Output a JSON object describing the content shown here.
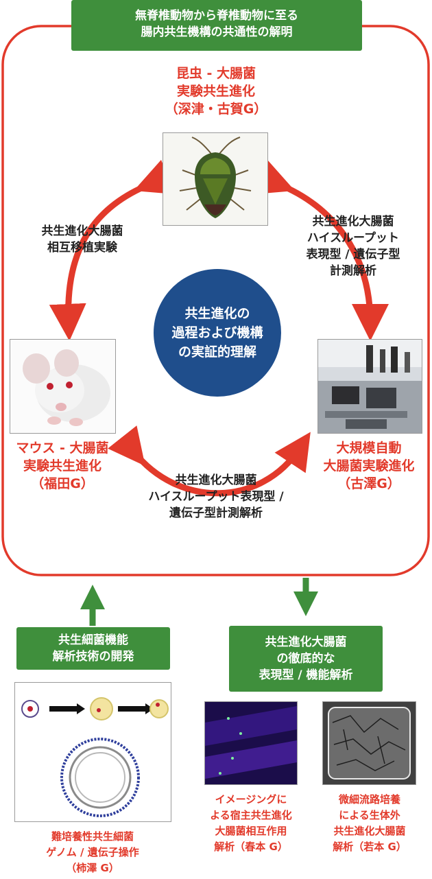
{
  "colors": {
    "red": "#e23a2b",
    "green": "#3f8f3c",
    "navy": "#1f4e8c"
  },
  "header": {
    "line1": "無脊椎動物から脊椎動物に至る",
    "line2": "腸内共生機構の共通性の解明"
  },
  "center": {
    "line1": "共生進化の",
    "line2": "過程および機構",
    "line3": "の実証的理解"
  },
  "insect": {
    "line1": "昆虫 - 大腸菌",
    "line2": "実験共生進化",
    "line3": "（深津・古賀G）",
    "icon": "stink-bug"
  },
  "mouse": {
    "line1": "マウス - 大腸菌",
    "line2": "実験共生進化",
    "line3": "（福田G）",
    "icon": "white-mouse"
  },
  "auto": {
    "line1": "大規模自動",
    "line2": "大腸菌実験進化",
    "line3": "（古澤G）",
    "icon": "lab-automation"
  },
  "arrow_left_label": {
    "line1": "共生進化大腸菌",
    "line2": "相互移植実験"
  },
  "arrow_right_label": {
    "line1": "共生進化大腸菌",
    "line2": "ハイスループット",
    "line3": "表現型 / 遺伝子型",
    "line4": "計測解析"
  },
  "arrow_bottom_label": {
    "line1": "共生進化大腸菌",
    "line2": "ハイスループット表現型 /",
    "line3": "遺伝子型計測解析"
  },
  "tech_box": {
    "line1": "共生細菌機能",
    "line2": "解析技術の開発"
  },
  "analysis_box": {
    "line1": "共生進化大腸菌",
    "line2": "の徹底的な",
    "line3": "表現型 / 機能解析"
  },
  "genome": {
    "line1": "難培養性共生細菌",
    "line2": "ゲノム / 遺伝子操作",
    "line3": "（柿澤 G）"
  },
  "imaging": {
    "line1": "イメージングに",
    "line2": "よる宿主共生進化",
    "line3": "大腸菌相互作用",
    "line4": "解析（春本 G）"
  },
  "microfluidic": {
    "line1": "微細流路培養",
    "line2": "による生体外",
    "line3": "共生進化大腸菌",
    "line4": "解析（若本 G）"
  }
}
